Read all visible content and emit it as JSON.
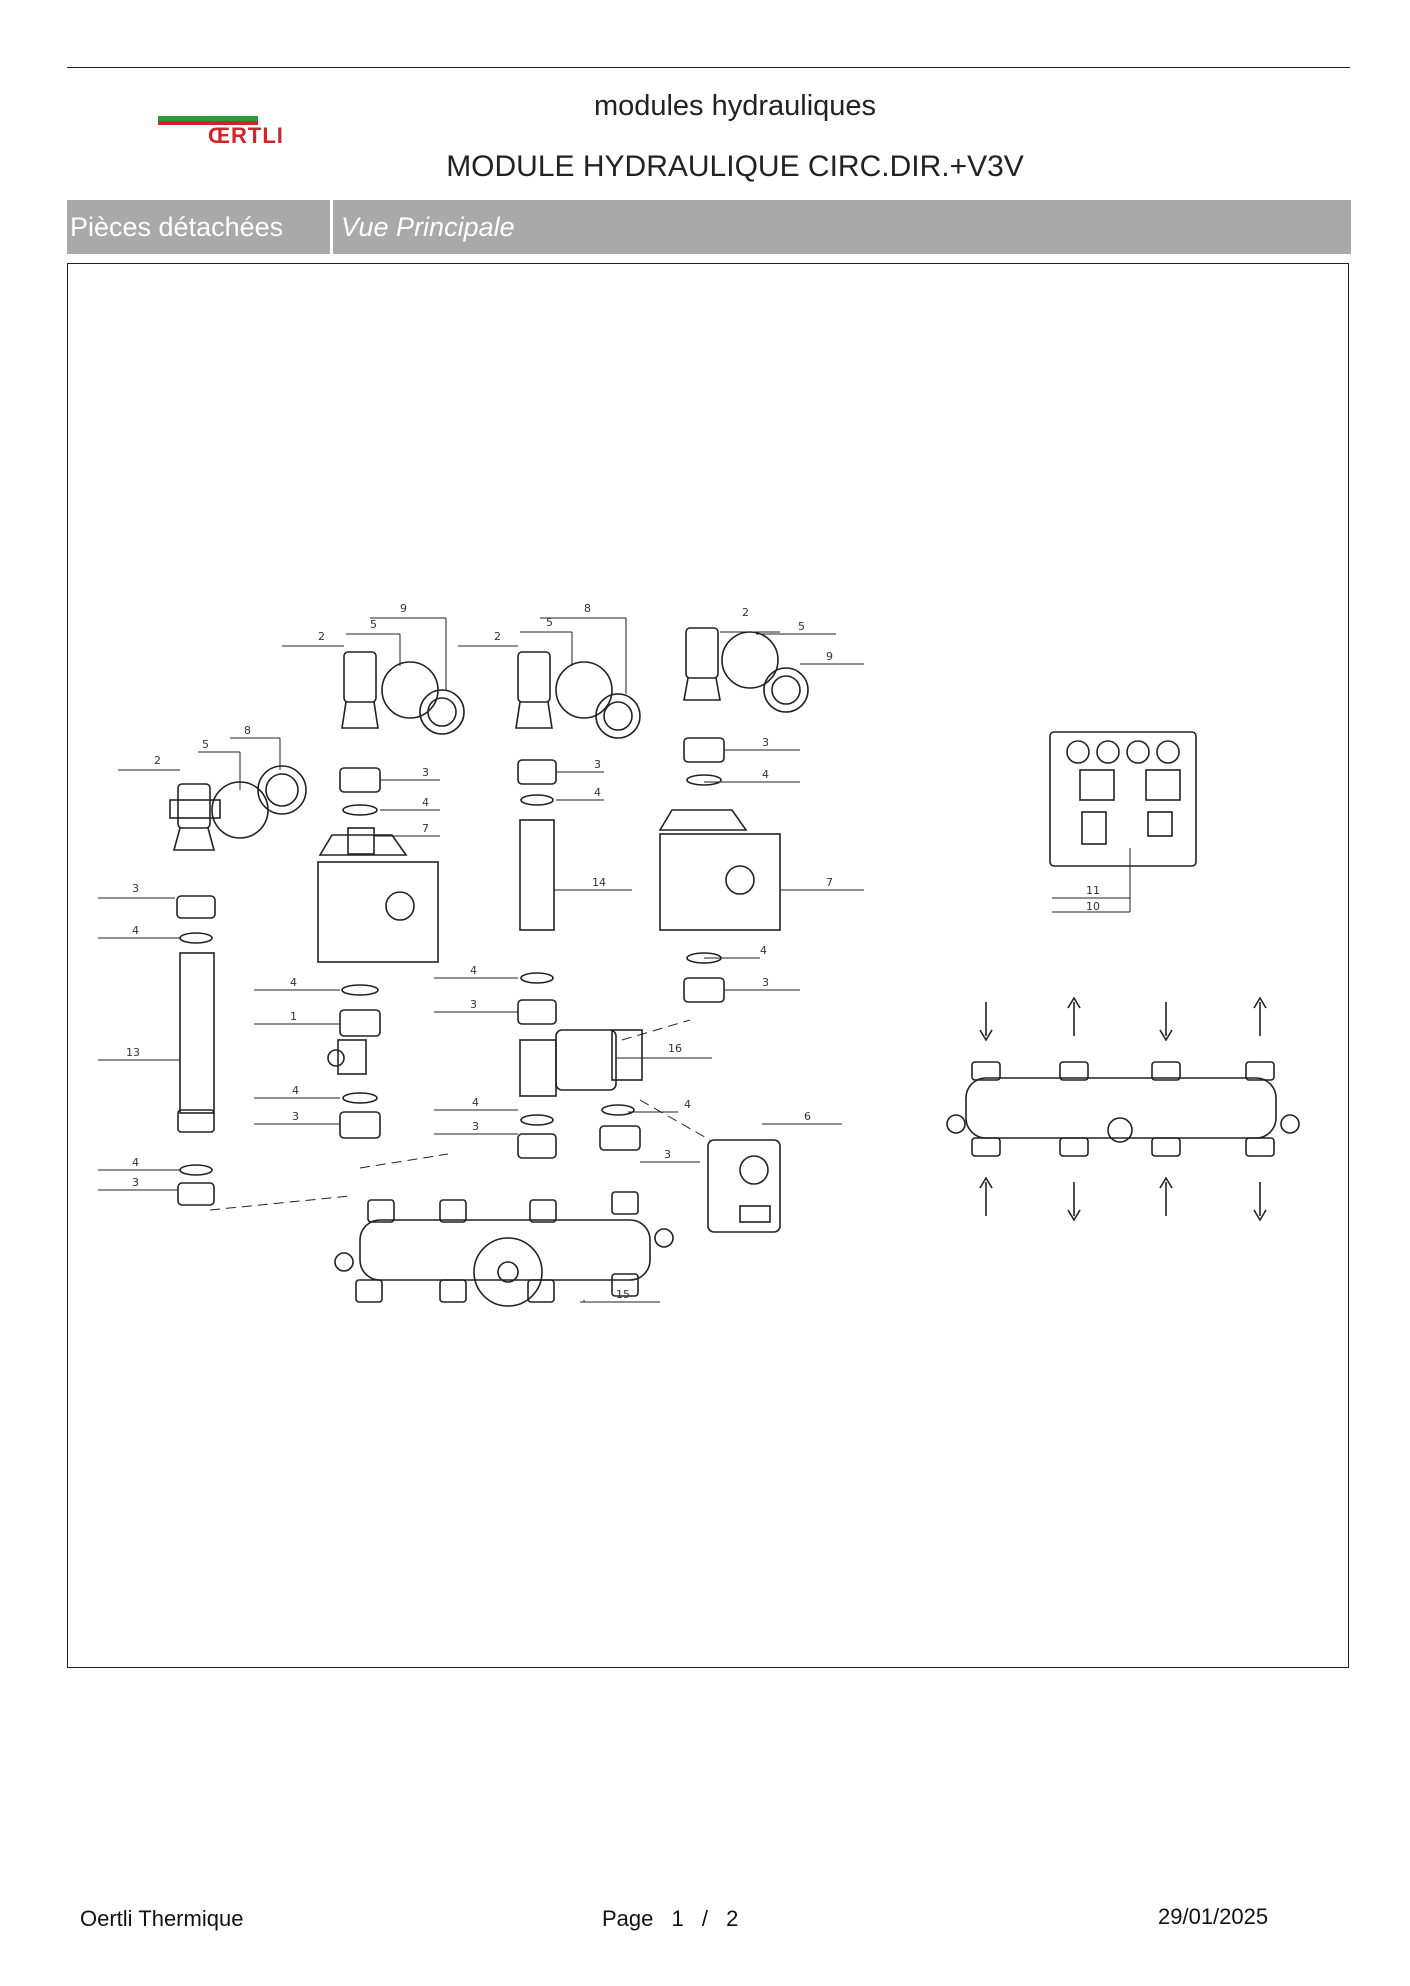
{
  "header": {
    "logo_text": "ŒRTLI",
    "category": "modules hydrauliques",
    "product_title": "MODULE HYDRAULIQUE CIRC.DIR.+V3V"
  },
  "tabs": {
    "section": "Pièces détachées",
    "view": "Vue Principale"
  },
  "callouts": {
    "c1": "1",
    "c2": "2",
    "c3": "3",
    "c4": "4",
    "c5": "5",
    "c6": "6",
    "c7": "7",
    "c8": "8",
    "c9": "9",
    "c10": "10",
    "c11": "11",
    "c13": "13",
    "c14": "14",
    "c15": "15",
    "c16": "16"
  },
  "footer": {
    "company": "Oertli Thermique",
    "page_label": "Page",
    "page_current": "1",
    "page_sep": "/",
    "page_total": "2",
    "date": "29/01/2025"
  }
}
